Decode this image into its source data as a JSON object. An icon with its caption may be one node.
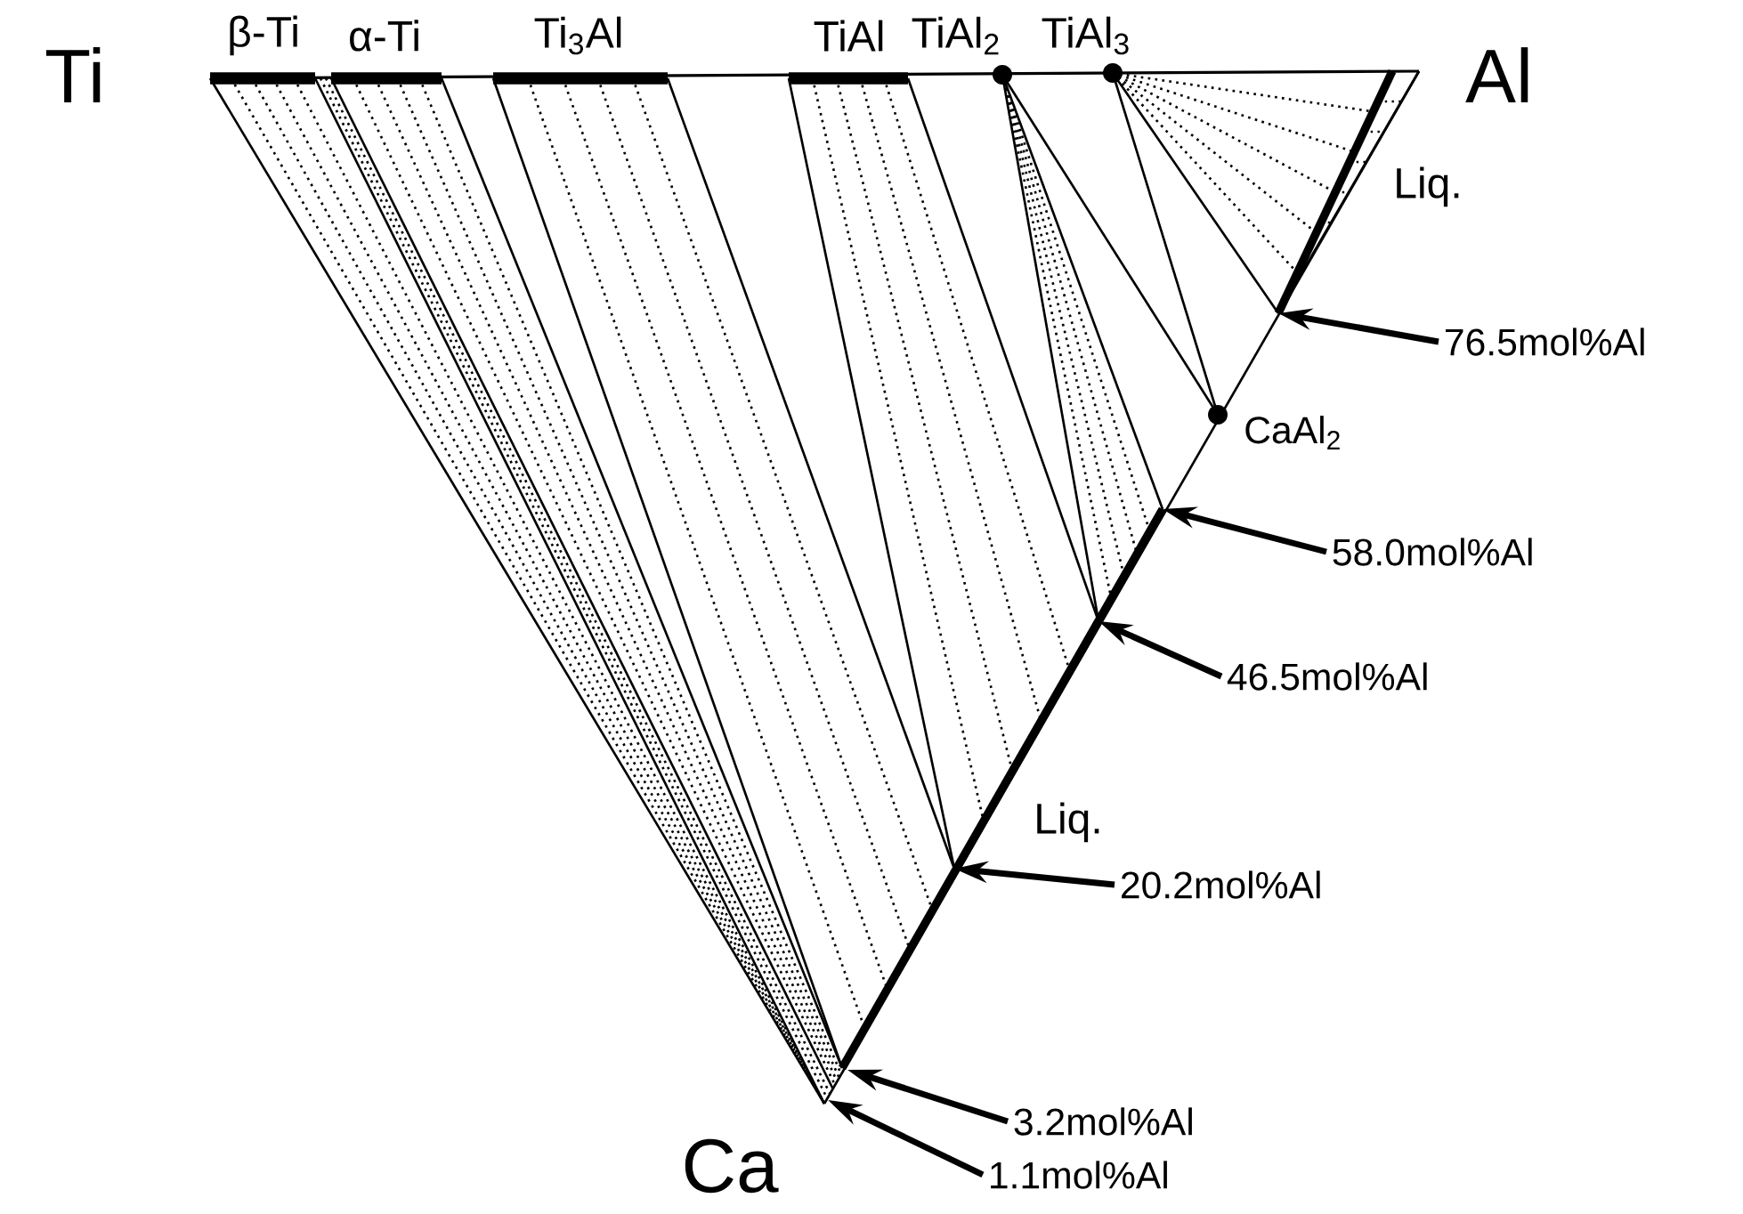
{
  "diagram": {
    "nodes": [
      {
        "text": [
          "76.5mol%Al"
        ]
      },
      {
        "text": [
          "58.0mol%Al"
        ]
      },
      {
        "text": [
          "46.5mol%Al"
        ]
      },
      {
        "text": [
          "20.2mol%Al"
        ]
      },
      {
        "text": [
          "3.2mol%Al"
        ]
      },
      {
        "text": [
          "1.1mol%Al"
        ]
      }
    ],
    "edges": [
      {
        "from": 0,
        "to": null,
        "arrow": "to"
      },
      {
        "from": 1,
        "to": null,
        "arrow": "to"
      },
      {
        "from": 2,
        "to": null,
        "arrow": "to"
      },
      {
        "from": 3,
        "to": null,
        "arrow": "to"
      },
      {
        "from": 4,
        "to": null,
        "arrow": "to"
      },
      {
        "from": 5,
        "to": null,
        "arrow": "to"
      }
    ],
    "labels": [
      "Ti",
      "β-Ti",
      "α-Ti",
      "Ti$_{3}$Al",
      "TiAl",
      "TiAl$_{2}$",
      "TiAl$_{3}$",
      "Al",
      "Liq.",
      "CaAl$_{2}$",
      "Liq.",
      "Ca"
    ]
  }
}
